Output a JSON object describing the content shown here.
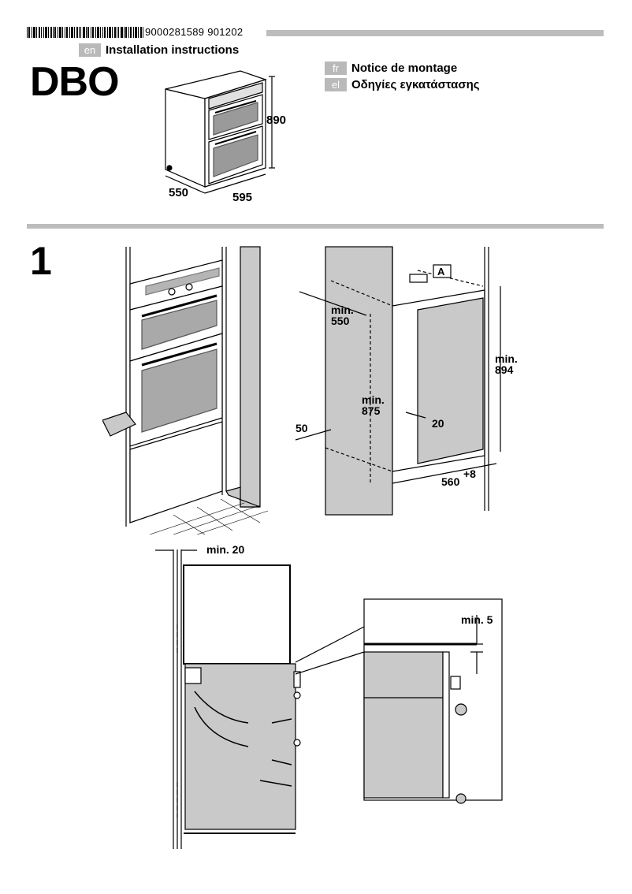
{
  "header": {
    "doc_number": "9000281589 901202",
    "model": "DBO",
    "languages": [
      {
        "code": "en",
        "label": "Installation instructions"
      },
      {
        "code": "fr",
        "label": "Notice de montage"
      },
      {
        "code": "el",
        "label": "Οδηγίες εγκατάστασης"
      }
    ]
  },
  "overview_dimensions": {
    "height": "890",
    "depth": "550",
    "width": "595"
  },
  "step1": {
    "number": "1",
    "niche": {
      "depth_label": "min.\n550",
      "height_label_a": "min.\n875",
      "height_label_b": "min.\n894",
      "offset_front": "50",
      "strip": "20",
      "width": "560",
      "width_tol": "+8",
      "marker": "A"
    },
    "ventilation": {
      "gap_top": "min. 20",
      "gap_detail": "min. 5"
    }
  }
}
